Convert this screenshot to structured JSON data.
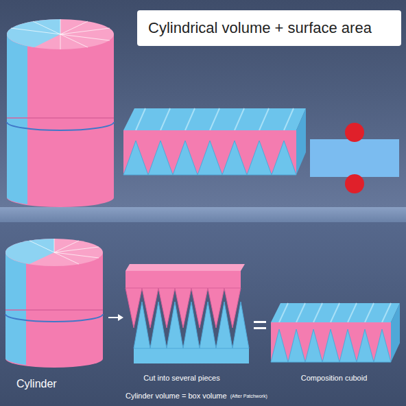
{
  "diagram": {
    "title": "Cylindrical volume + surface area",
    "labels": [
      "Cylinder",
      "Cut into several pieces",
      "Cylinder volume = box volume",
      "(After Patchwork)",
      "Composition cuboid"
    ]
  }
}
